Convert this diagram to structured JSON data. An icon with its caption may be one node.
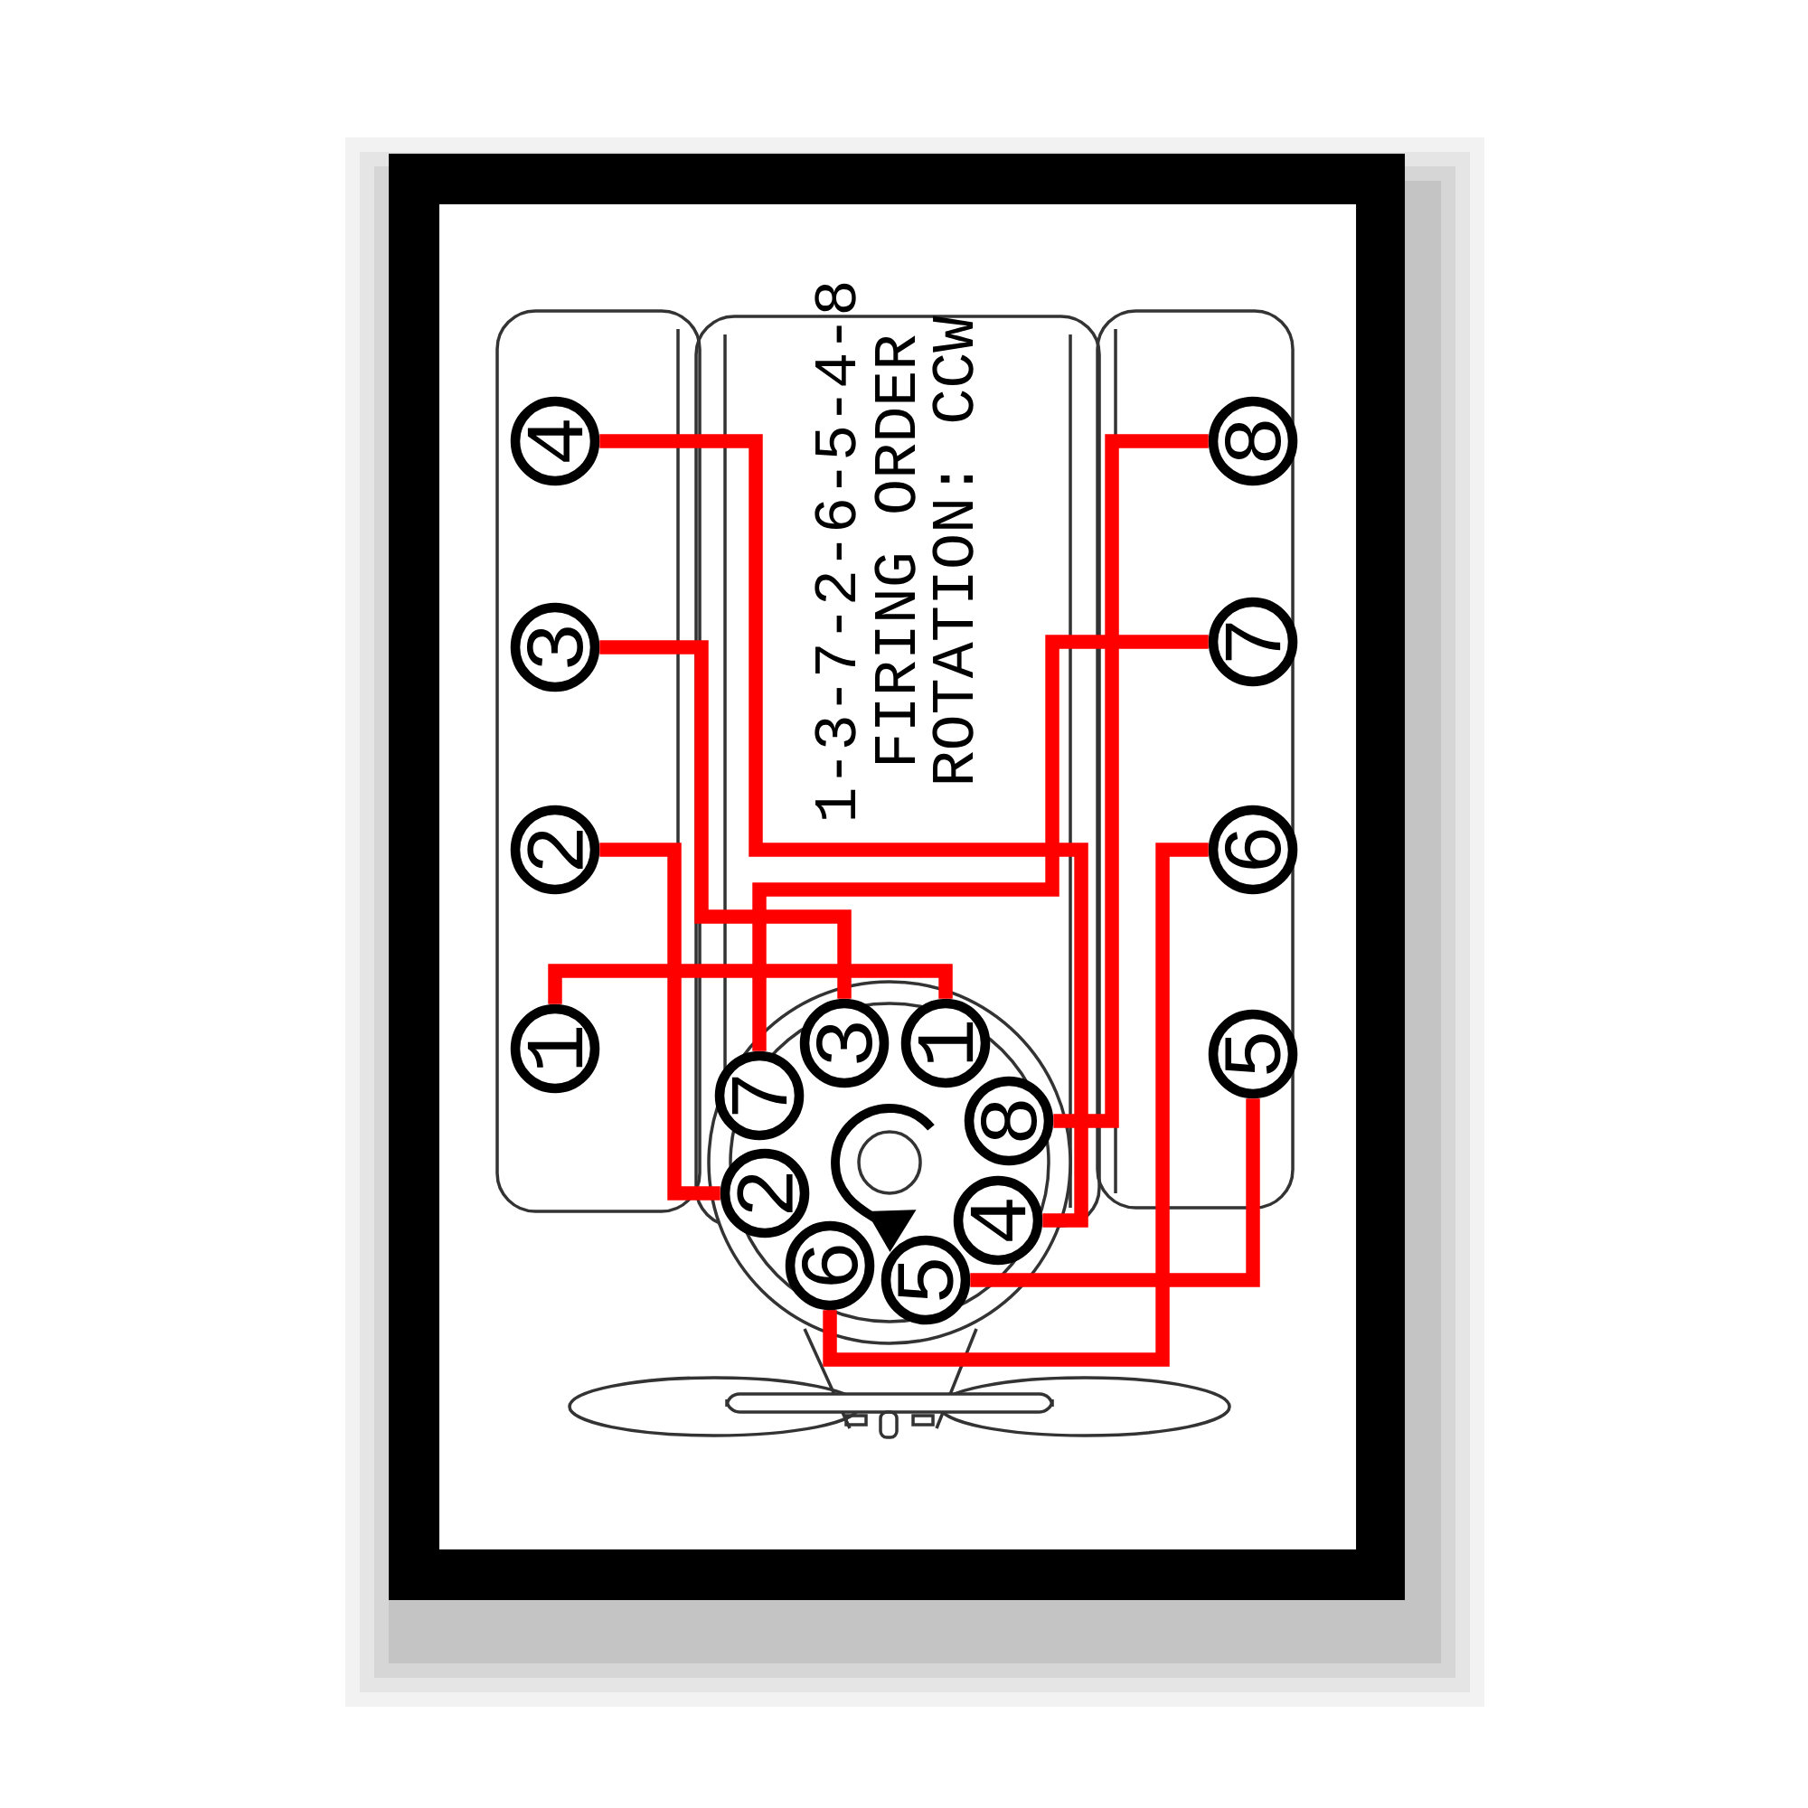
{
  "diagram": {
    "nodes": [
      {
        "text": [
          "4"
        ]
      },
      {
        "text": [
          "3"
        ]
      },
      {
        "text": [
          "2"
        ]
      },
      {
        "text": [
          "1"
        ]
      },
      {
        "text": [
          "8"
        ]
      },
      {
        "text": [
          "7"
        ]
      },
      {
        "text": [
          "6"
        ]
      },
      {
        "text": [
          "5"
        ]
      },
      {
        "text": [
          "3"
        ]
      },
      {
        "text": [
          "1"
        ]
      },
      {
        "text": [
          "7"
        ]
      },
      {
        "text": [
          "8"
        ]
      },
      {
        "text": [
          "2"
        ]
      },
      {
        "text": [
          "4"
        ]
      },
      {
        "text": [
          "6"
        ]
      },
      {
        "text": [
          "5"
        ]
      }
    ],
    "edges": [
      {
        "from": 3,
        "to": 9,
        "arrow": "none"
      },
      {
        "from": 1,
        "to": 8,
        "arrow": "none"
      },
      {
        "from": 0,
        "to": 13,
        "arrow": "none"
      },
      {
        "from": 4,
        "to": 11,
        "arrow": "none"
      },
      {
        "from": 5,
        "to": 10,
        "arrow": "none"
      },
      {
        "from": 2,
        "to": 12,
        "arrow": "none"
      },
      {
        "from": 6,
        "to": 14,
        "arrow": "none"
      },
      {
        "from": 7,
        "to": 15,
        "arrow": "none"
      }
    ],
    "labels": [
      "1-3-7-2-6-5-4-8",
      "FIRING ORDER",
      "ROTATION: CCW"
    ]
  }
}
